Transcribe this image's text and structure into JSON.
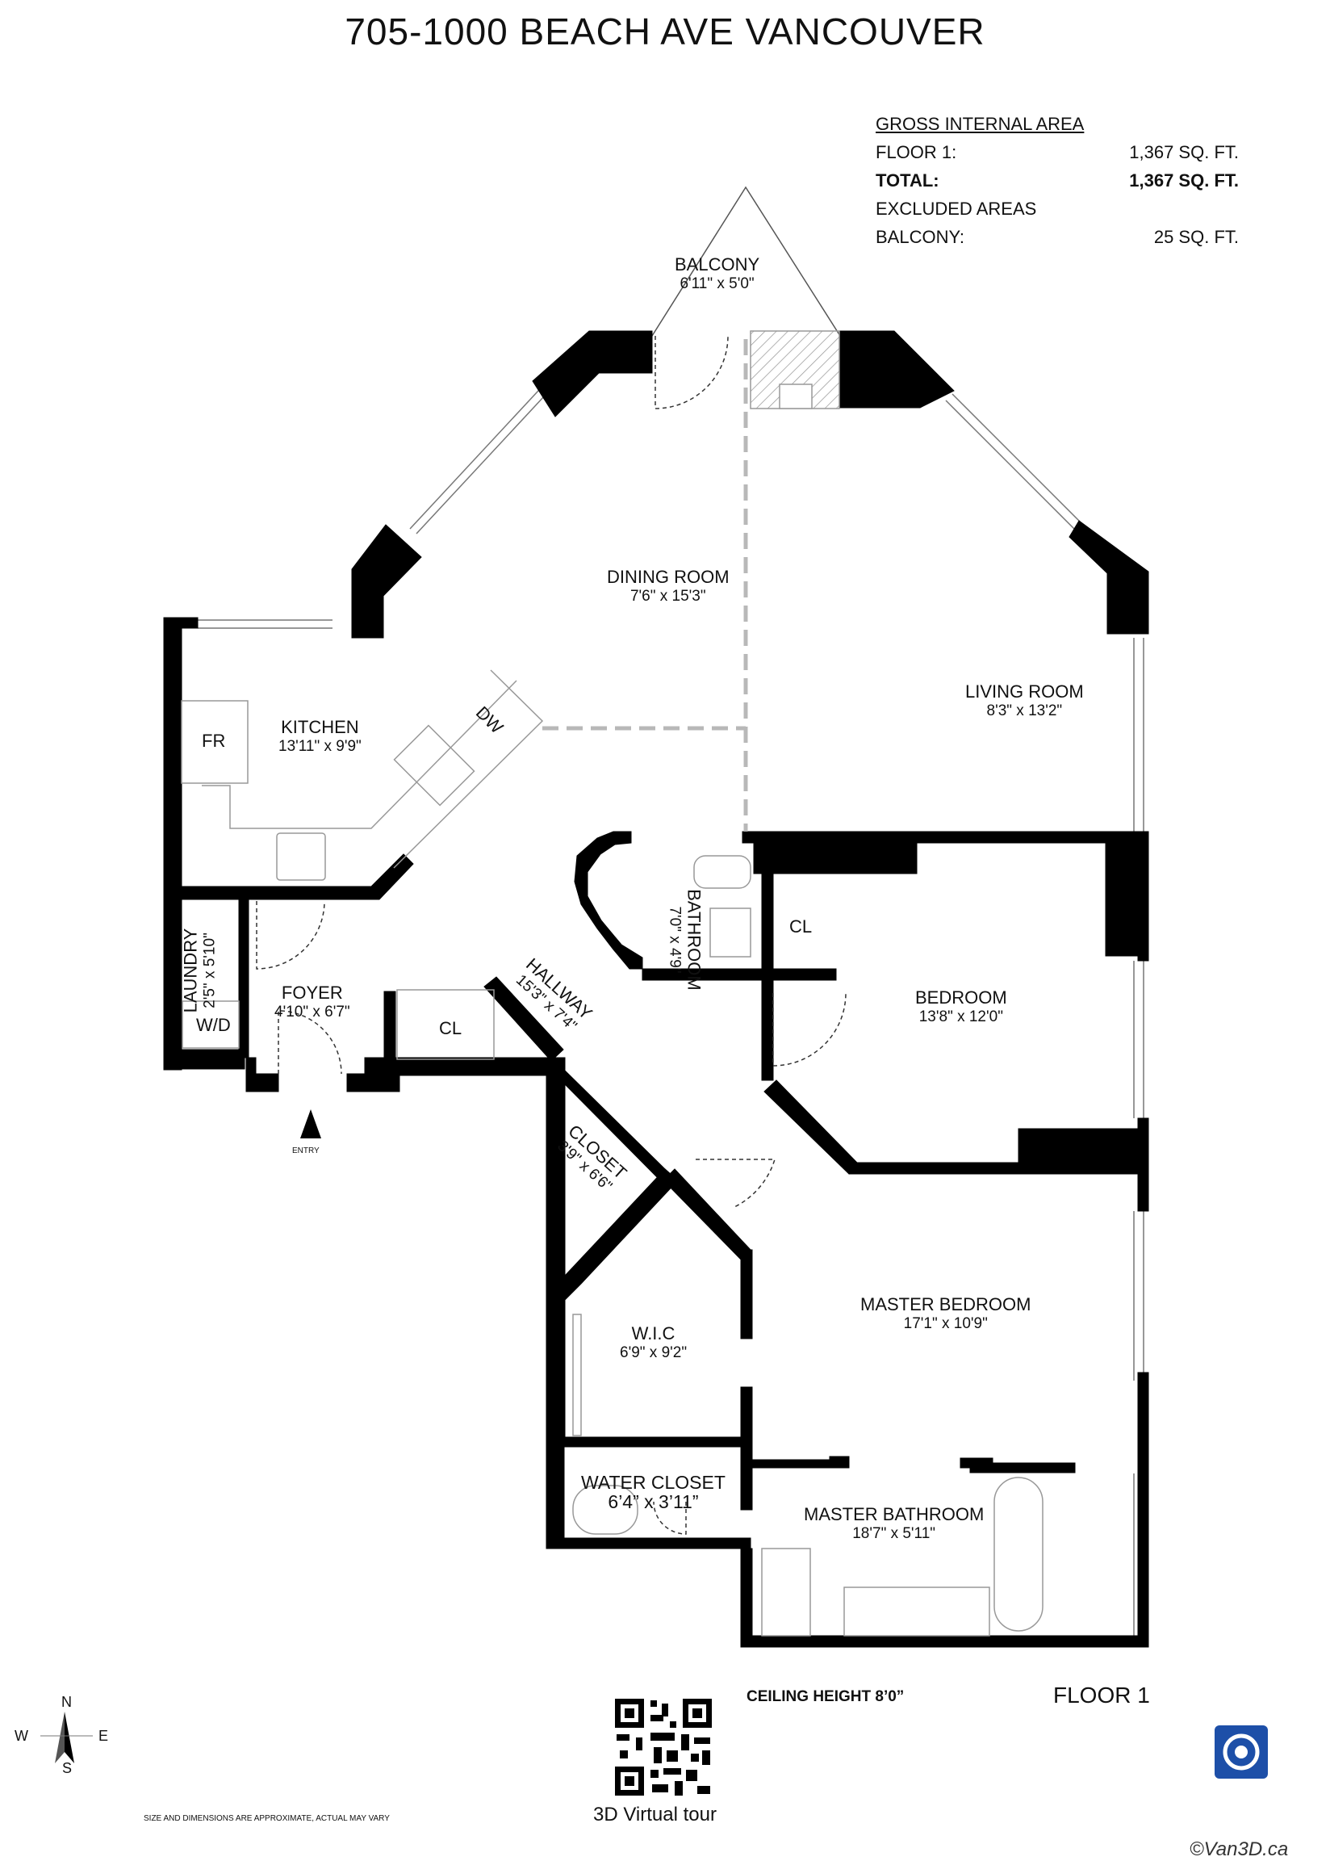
{
  "title": "705-1000 BEACH AVE VANCOUVER",
  "area": {
    "header": "GROSS INTERNAL AREA",
    "rows": [
      {
        "label": "FLOOR 1:",
        "value": "1,367 SQ. FT.",
        "bold": false
      },
      {
        "label": "TOTAL:",
        "value": "1,367 SQ. FT.",
        "bold": true
      },
      {
        "label": "EXCLUDED AREAS",
        "value": "",
        "bold": false
      },
      {
        "label": "BALCONY:",
        "value": "25 SQ. FT.",
        "bold": false
      }
    ]
  },
  "rooms": {
    "balcony": {
      "name": "BALCONY",
      "dim": "6'11\" x 5'0\""
    },
    "dining": {
      "name": "DINING ROOM",
      "dim": "7'6\" x 15'3\""
    },
    "living": {
      "name": "LIVING ROOM",
      "dim": "8'3\" x 13'2\""
    },
    "kitchen": {
      "name": "KITCHEN",
      "dim": "13'11\" x 9'9\""
    },
    "bathroom": {
      "name": "BATHROOM",
      "dim": "7'0\" x 4'9\""
    },
    "bedroom": {
      "name": "BEDROOM",
      "dim": "13'8\" x 12'0\""
    },
    "laundry": {
      "name": "LAUNDRY",
      "dim": "2'5\" x 5'10\""
    },
    "foyer": {
      "name": "FOYER",
      "dim": "4'10\" x 6'7\""
    },
    "hallway": {
      "name": "HALLWAY",
      "dim": "15'3\" x 7'4\""
    },
    "closet": {
      "name": "CLOSET",
      "dim": "3'9\" x 6'6\""
    },
    "wic": {
      "name": "W.I.C",
      "dim": "6'9\" x 9'2\""
    },
    "master_bedroom": {
      "name": "MASTER BEDROOM",
      "dim": "17'1\" x 10'9\""
    },
    "water_closet": {
      "name": "WATER CLOSET",
      "dim": "6’4” x 3’11”"
    },
    "master_bathroom": {
      "name": "MASTER BATHROOM",
      "dim": "18'7\" x 5'11\""
    }
  },
  "fixtures": {
    "fr": "FR",
    "dw": "DW",
    "wd": "W/D",
    "cl_bath": "CL",
    "cl_foyer": "CL"
  },
  "entry": "ENTRY",
  "ceiling": "CEILING HEIGHT 8’0”",
  "floor": "FLOOR 1",
  "disclaimer": "SIZE AND DIMENSIONS ARE APPROXIMATE, ACTUAL MAY VARY",
  "tour": "3D Virtual tour",
  "copyright": "©Van3D.ca",
  "compass": {
    "n": "N",
    "s": "S",
    "e": "E",
    "w": "W"
  },
  "icons": {
    "qr": "qr-code-icon",
    "logo": "van3d-logo-icon",
    "compass": "compass-icon",
    "entry": "entry-arrow-icon"
  },
  "colors": {
    "wall": "#000000",
    "dashed_divider": "#b8b8b8",
    "logo_blue": "#1d4fa8"
  }
}
